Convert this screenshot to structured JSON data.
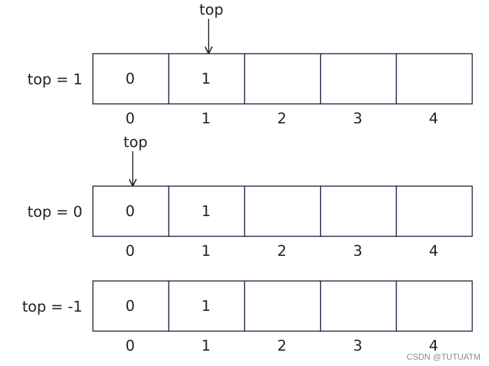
{
  "colors": {
    "cell_border": "#2b2d4a",
    "text": "#222222",
    "arrow": "#222222",
    "watermark": "#8a8a8a"
  },
  "index_labels": [
    "0",
    "1",
    "2",
    "3",
    "4"
  ],
  "rows": [
    {
      "label": "top = 1",
      "cells": [
        "0",
        "1",
        "",
        "",
        ""
      ],
      "pointer": {
        "text": "top",
        "index": 1
      }
    },
    {
      "label": "top = 0",
      "cells": [
        "0",
        "1",
        "",
        "",
        ""
      ],
      "pointer": {
        "text": "top",
        "index": 0
      }
    },
    {
      "label": "top = -1",
      "cells": [
        "0",
        "1",
        "",
        "",
        ""
      ],
      "pointer": null
    }
  ],
  "watermark": "CSDN @TUTUATM"
}
